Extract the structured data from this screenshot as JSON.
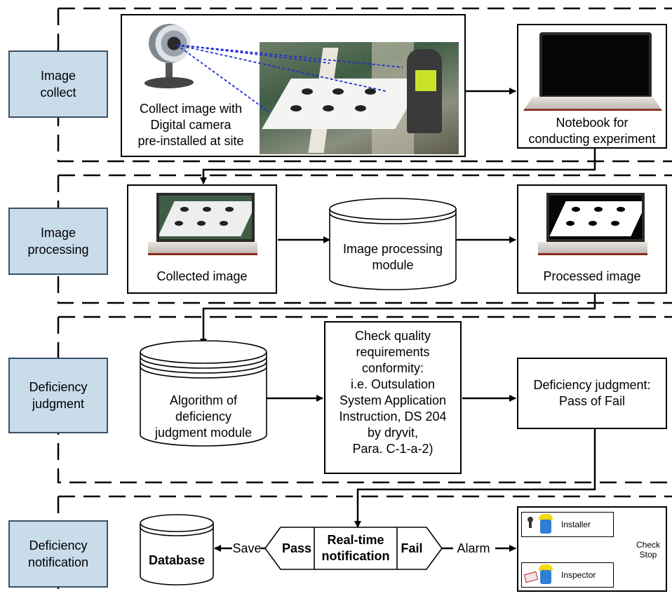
{
  "stages": [
    {
      "label": "Image\ncollect"
    },
    {
      "label": "Image\nprocessing"
    },
    {
      "label": "Deficiency\njudgment"
    },
    {
      "label": "Deficiency\nnotification"
    }
  ],
  "collect": {
    "camera_caption": "Collect image with\nDigital camera\npre-installed at site",
    "notebook_caption": "Notebook for\nconducting experiment"
  },
  "processing": {
    "collected_caption": "Collected image",
    "module_label": "Image processing\nmodule",
    "processed_caption": "Processed image"
  },
  "judgment": {
    "algorithm_label": "Algorithm of\ndeficiency\njudgment module",
    "check_text": "Check quality\nrequirements\nconformity:\ni.e. Outsulation\nSystem Application\nInstruction, DS 204\nby dryvit,\nPara. C-1-a-2)",
    "result_text": "Deficiency judgment:\nPass of Fail"
  },
  "notification": {
    "database_label": "Database",
    "save_label": "Save",
    "pass_label": "Pass",
    "center_label": "Real-time\nnotification",
    "fail_label": "Fail",
    "alarm_label": "Alarm",
    "installer_label": "Installer",
    "inspector_label": "Inspector",
    "check_stop_label": "Check\nStop"
  },
  "colors": {
    "stage_fill": "#c9dcea",
    "stage_border": "#3b5068",
    "camera_rays": "#1f2ed1",
    "worker_blue": "#2f7fd6",
    "helmet_yellow": "#f5d90a",
    "laptop_red": "#8a2a1a"
  }
}
